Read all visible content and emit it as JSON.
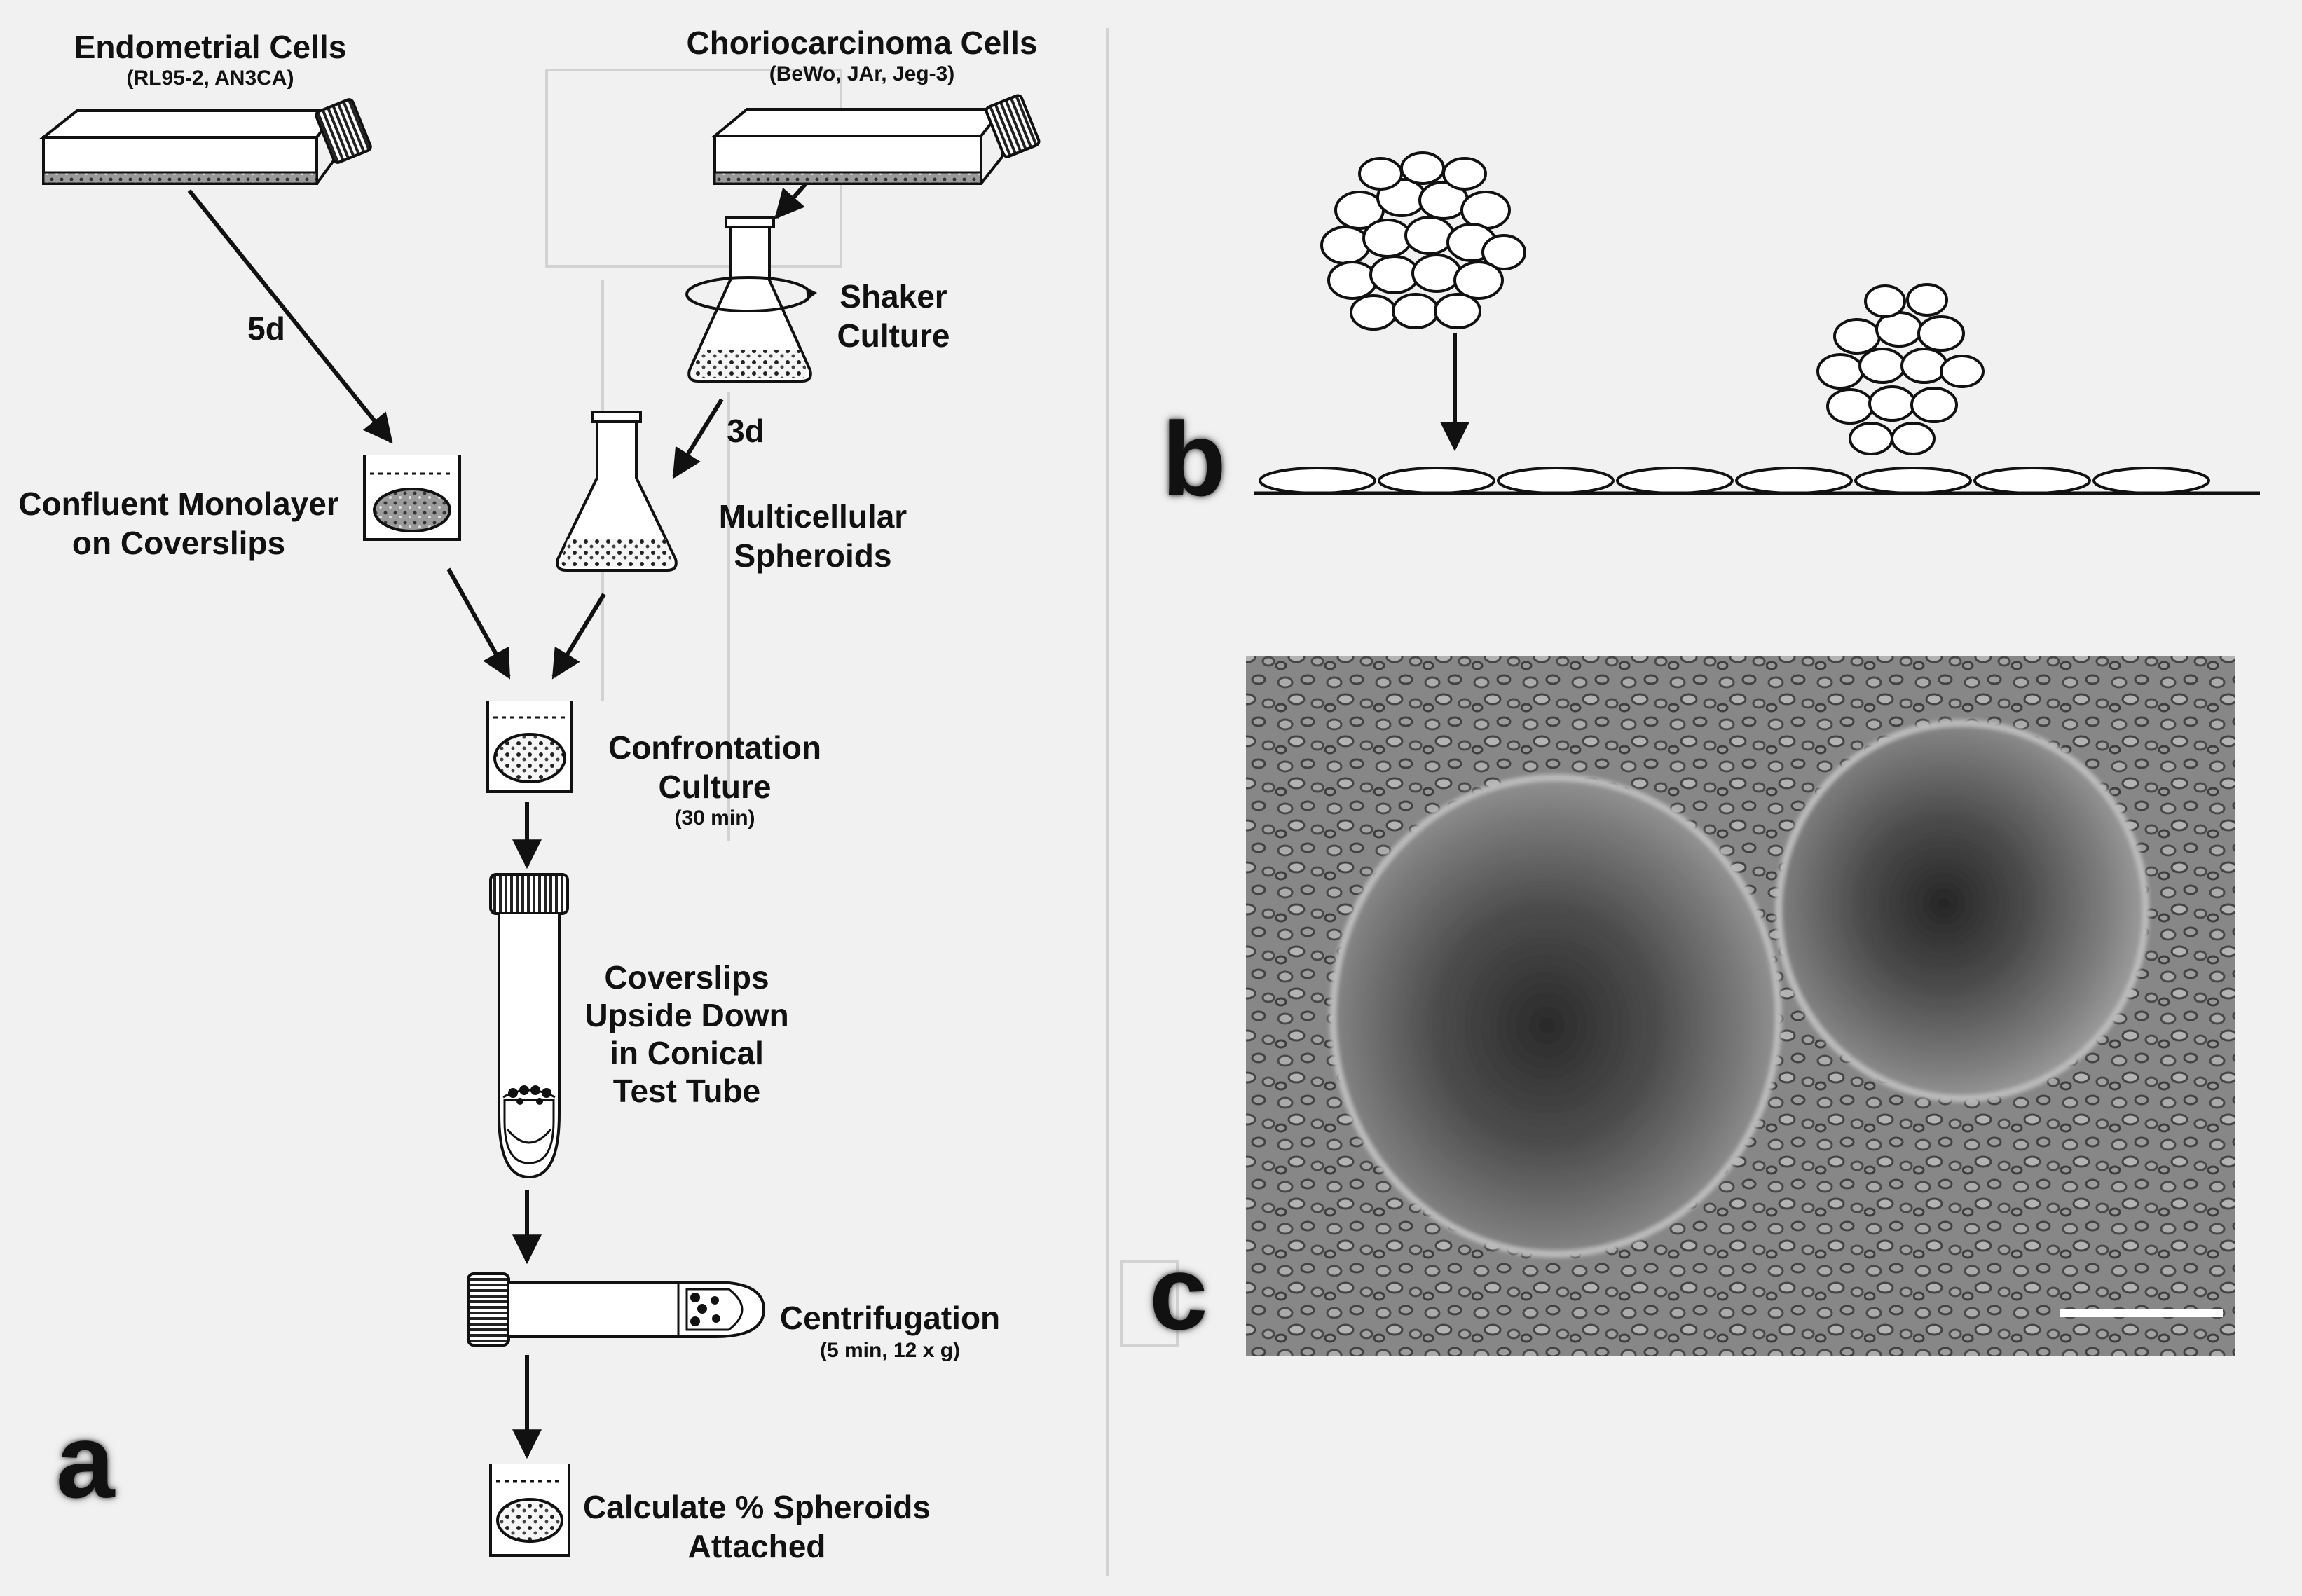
{
  "panel_a": {
    "letter": "a",
    "endometrial": {
      "title": "Endometrial Cells",
      "lines": "(RL95-2, AN3CA)"
    },
    "chorio": {
      "title": "Choriocarcinoma Cells",
      "lines": "(BeWo, JAr, Jeg-3)"
    },
    "days_5": "5d",
    "days_3": "3d",
    "shaker_1": "Shaker",
    "shaker_2": "Culture",
    "monolayer_1": "Confluent Monolayer",
    "monolayer_2": "on Coverslips",
    "spheroids_1": "Multicellular",
    "spheroids_2": "Spheroids",
    "confrontation_1": "Confrontation",
    "confrontation_2": "Culture",
    "confrontation_time": "(30 min)",
    "coverslips_1": "Coverslips",
    "coverslips_2": "Upside Down",
    "coverslips_3": "in Conical",
    "coverslips_4": "Test Tube",
    "centrifugation": "Centrifugation",
    "centrifugation_params": "(5 min, 12 x g)",
    "calculate_1": "Calculate % Spheroids",
    "calculate_2": "Attached"
  },
  "panel_b": {
    "letter": "b"
  },
  "panel_c": {
    "letter": "c"
  }
}
